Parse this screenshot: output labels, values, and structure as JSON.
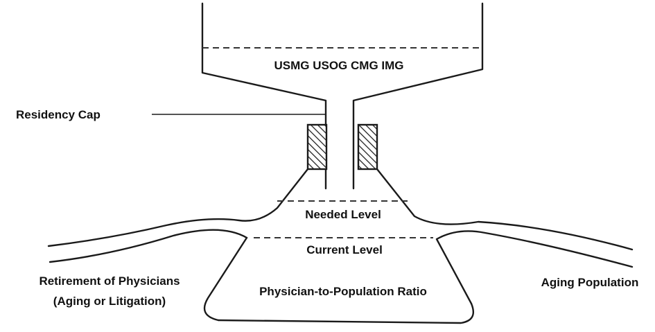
{
  "diagram": {
    "hopper_label": "USMG USOG CMG IMG",
    "cap_label": "Residency Cap",
    "needed_label": "Needed Level",
    "current_label": "Current Level",
    "ratio_label": "Physician-to-Population Ratio",
    "left_outflow_label_line1": "Retirement of Physicians",
    "left_outflow_label_line2": "(Aging or Litigation)",
    "right_inflow_label": "Aging Population"
  }
}
